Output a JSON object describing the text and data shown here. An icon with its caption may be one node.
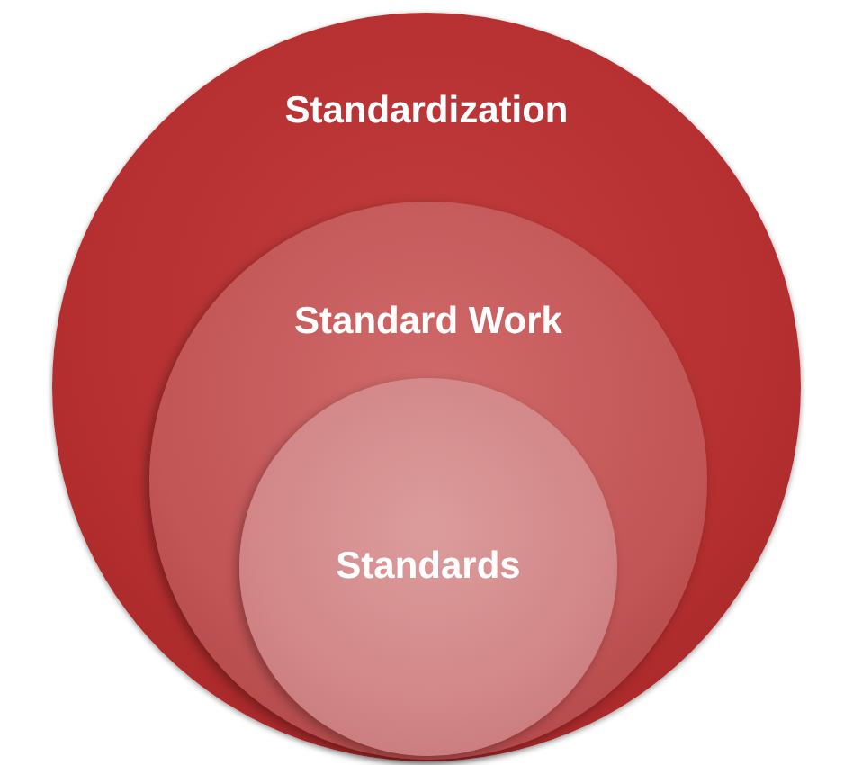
{
  "diagram": {
    "nodes": [
      {
        "text": [
          "Standardization"
        ]
      },
      {
        "text": [
          "Standard Work"
        ],
        "in": 0
      },
      {
        "text": [
          "Standards"
        ],
        "in": 1
      }
    ]
  }
}
